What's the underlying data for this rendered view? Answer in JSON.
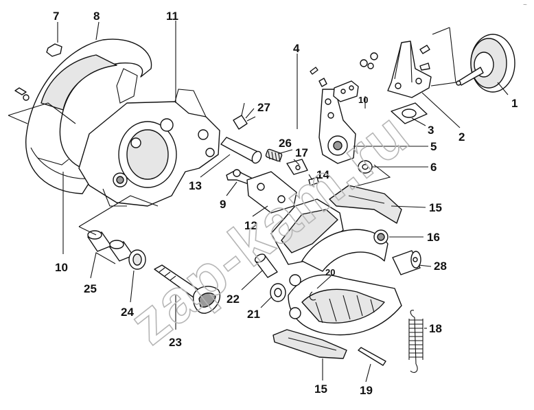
{
  "watermark": "zap-kam.ru",
  "corner_mark": "~",
  "callouts": [
    {
      "id": "c1",
      "label": "1"
    },
    {
      "id": "c2",
      "label": "2"
    },
    {
      "id": "c3",
      "label": "3"
    },
    {
      "id": "c4",
      "label": "4"
    },
    {
      "id": "c5",
      "label": "5"
    },
    {
      "id": "c6",
      "label": "6"
    },
    {
      "id": "c7",
      "label": "7"
    },
    {
      "id": "c8",
      "label": "8"
    },
    {
      "id": "c9",
      "label": "9"
    },
    {
      "id": "c10a",
      "label": "10"
    },
    {
      "id": "c10b",
      "label": "10"
    },
    {
      "id": "c11",
      "label": "11"
    },
    {
      "id": "c12",
      "label": "12"
    },
    {
      "id": "c13",
      "label": "13"
    },
    {
      "id": "c14",
      "label": "14"
    },
    {
      "id": "c15a",
      "label": "15"
    },
    {
      "id": "c15b",
      "label": "15"
    },
    {
      "id": "c16",
      "label": "16"
    },
    {
      "id": "c17",
      "label": "17"
    },
    {
      "id": "c18",
      "label": "18"
    },
    {
      "id": "c19",
      "label": "19"
    },
    {
      "id": "c20",
      "label": "20"
    },
    {
      "id": "c21",
      "label": "21"
    },
    {
      "id": "c22",
      "label": "22"
    },
    {
      "id": "c23",
      "label": "23"
    },
    {
      "id": "c24",
      "label": "24"
    },
    {
      "id": "c25",
      "label": "25"
    },
    {
      "id": "c26",
      "label": "26"
    },
    {
      "id": "c27",
      "label": "27"
    },
    {
      "id": "c28",
      "label": "28"
    }
  ]
}
